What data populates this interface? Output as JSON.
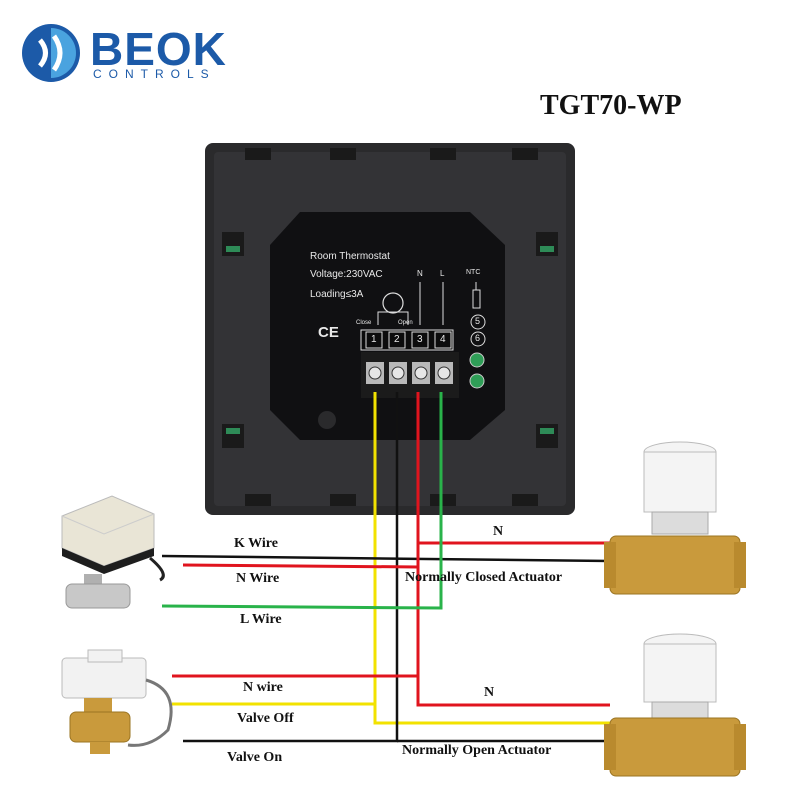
{
  "brand": {
    "name": "BEOK",
    "sub": "CONTROLS"
  },
  "model": "TGT70-WP",
  "plate": {
    "title": "Room Thermostat",
    "voltage": "Voltage:230VAC",
    "loading": "Loading≤3A",
    "ce": "CE",
    "n_mark": "N",
    "l_mark": "L",
    "ntc": "NTC",
    "close": "Close",
    "open": "Open",
    "terminals": [
      "1",
      "2",
      "3",
      "4"
    ],
    "aux_terminals": [
      "5",
      "6"
    ]
  },
  "labels": {
    "k_wire": "K Wire",
    "n_wire": "N Wire",
    "l_wire": "L Wire",
    "n_wire_lower": "N wire",
    "valve_off": "Valve Off",
    "valve_on": "Valve On",
    "n_top": "N",
    "n_bottom": "N",
    "nc_actuator": "Normally Closed Actuator",
    "no_actuator": "Normally Open Actuator"
  },
  "colors": {
    "brand": "#1c5aa8",
    "red_wire": "#e0141e",
    "black_wire": "#111111",
    "yellow_wire": "#f2e200",
    "green_wire": "#29b34a",
    "brass": "#c99a3c"
  }
}
